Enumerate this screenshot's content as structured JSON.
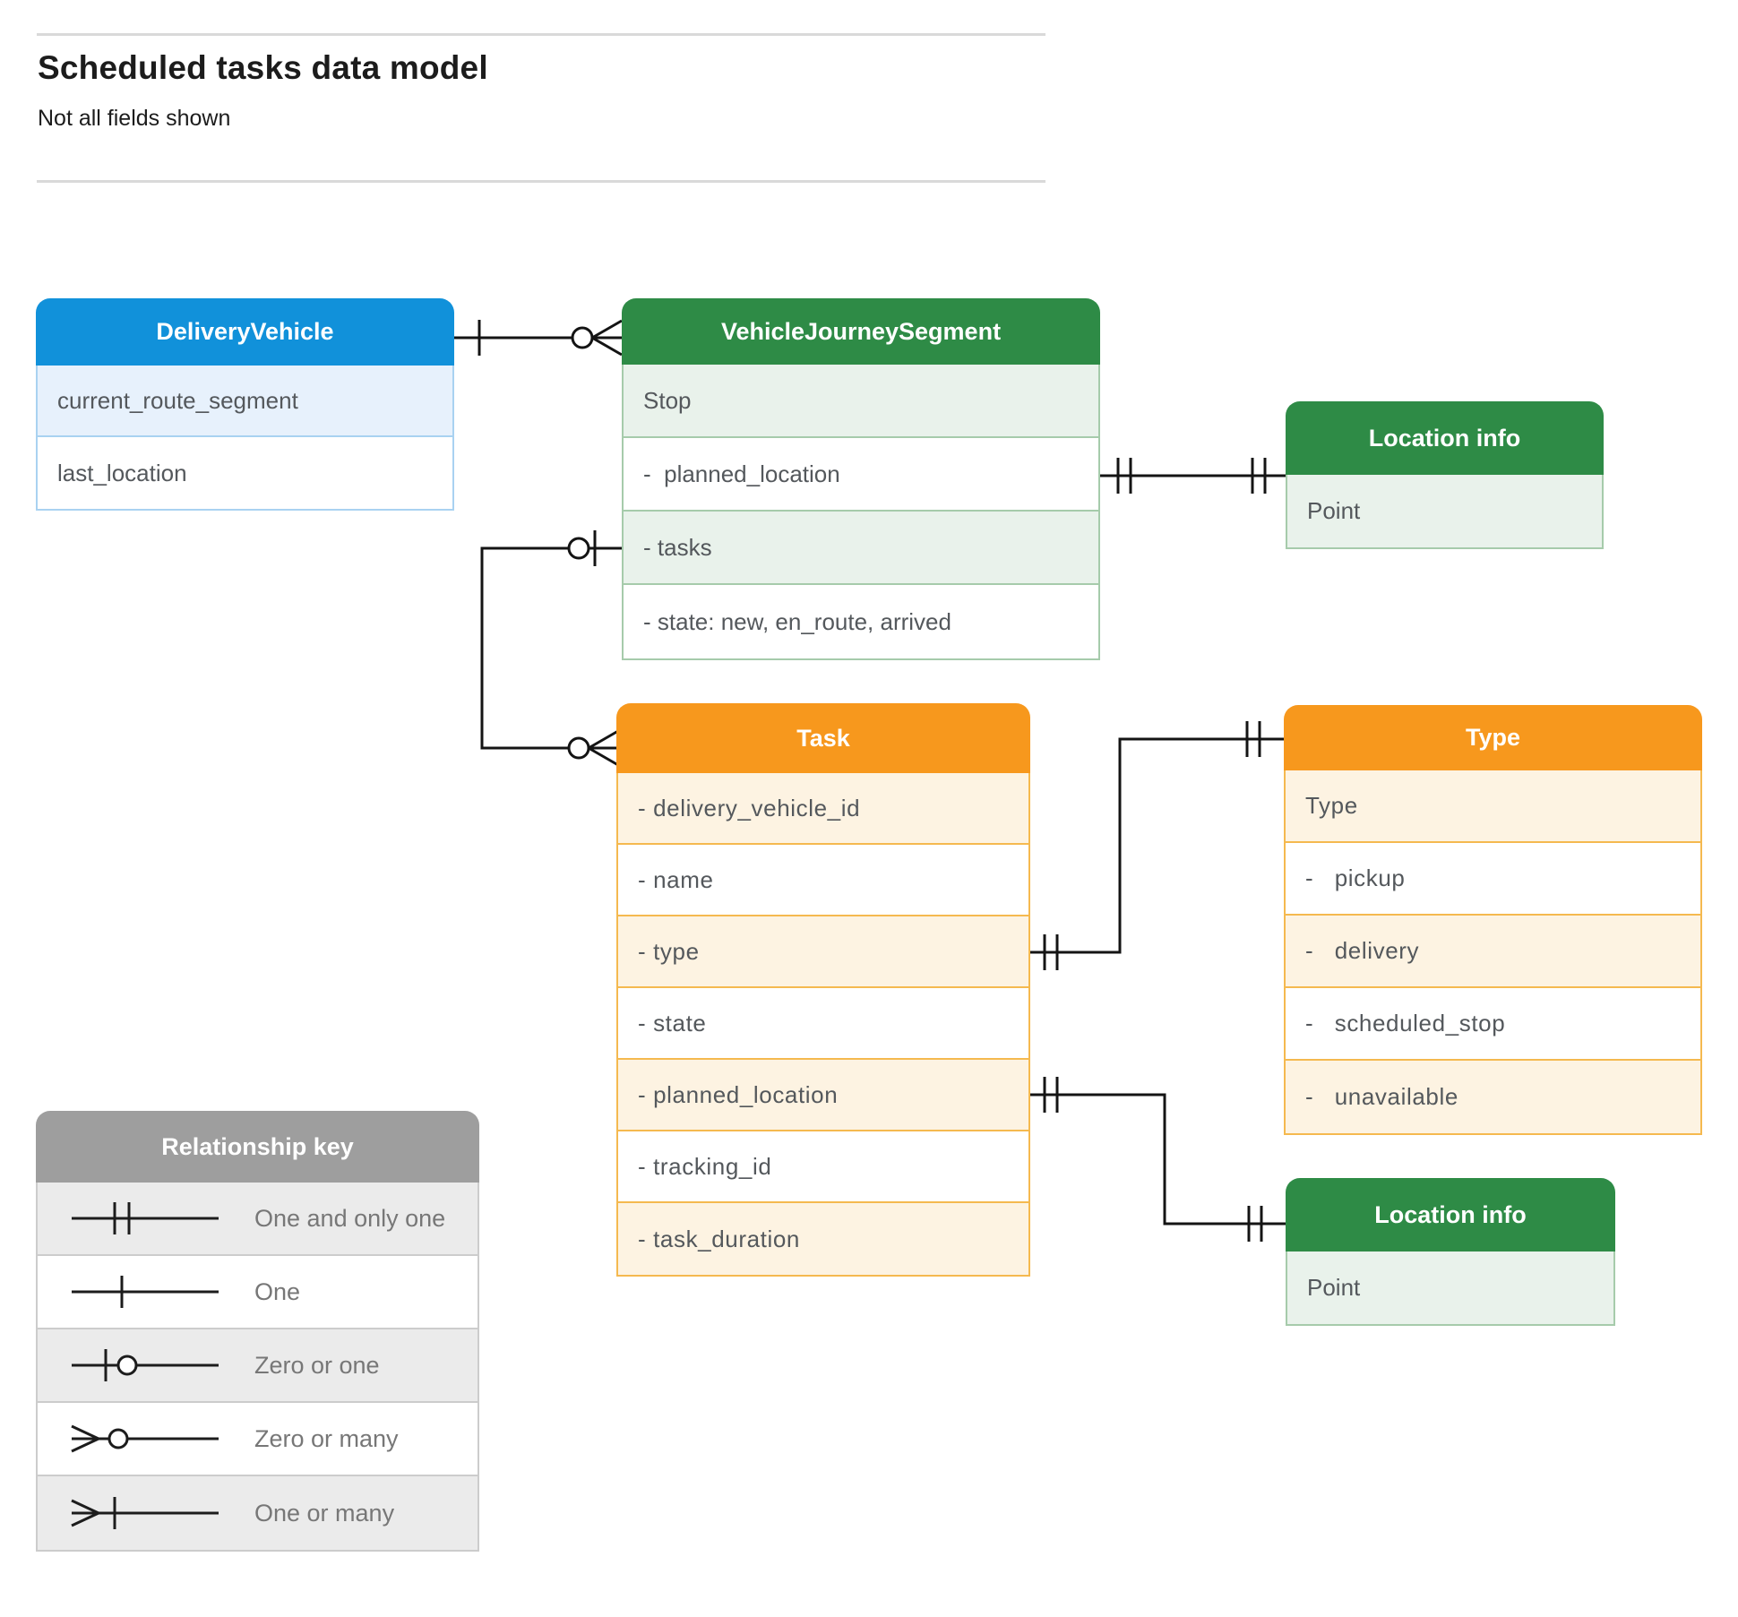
{
  "page": {
    "title": "Scheduled tasks data model",
    "subtitle": "Not all fields shown"
  },
  "entities": {
    "delivery_vehicle": {
      "title": "DeliveryVehicle",
      "fields": [
        "current_route_segment",
        "last_location"
      ]
    },
    "vehicle_journey_segment": {
      "title": "VehicleJourneySegment",
      "fields": [
        "Stop",
        "-  planned_location",
        "- tasks",
        "- state: new, en_route, arrived"
      ]
    },
    "location_info_top": {
      "title": "Location info",
      "fields": [
        "Point"
      ]
    },
    "task": {
      "title": "Task",
      "fields": [
        "- delivery_vehicle_id",
        "- name",
        "- type",
        "- state",
        "- planned_location",
        "- tracking_id",
        "- task_duration"
      ]
    },
    "type": {
      "title": "Type",
      "fields": [
        "Type",
        "-   pickup",
        "-   delivery",
        "-   scheduled_stop",
        "-   unavailable"
      ]
    },
    "location_info_bottom": {
      "title": "Location info",
      "fields": [
        "Point"
      ]
    }
  },
  "legend": {
    "title": "Relationship key",
    "items": [
      "One and only one",
      "One",
      "Zero or one",
      "Zero or many",
      "One or many"
    ]
  },
  "relationships": [
    {
      "from": "DeliveryVehicle",
      "to": "VehicleJourneySegment",
      "from_cardinality": "one",
      "to_cardinality": "zero or many"
    },
    {
      "from": "VehicleJourneySegment.planned_location",
      "to": "Location info (top)",
      "from_cardinality": "one and only one",
      "to_cardinality": "one and only one"
    },
    {
      "from": "VehicleJourneySegment.tasks",
      "to": "Task",
      "from_cardinality": "zero or one",
      "to_cardinality": "zero or many"
    },
    {
      "from": "Task.type",
      "to": "Type",
      "from_cardinality": "one and only one",
      "to_cardinality": "one and only one"
    },
    {
      "from": "Task.planned_location",
      "to": "Location info (bottom)",
      "from_cardinality": "one and only one",
      "to_cardinality": "one and only one"
    }
  ],
  "colors": {
    "blue_header": "#1191da",
    "green_header": "#2e8b46",
    "orange_header": "#f7981d",
    "gray_header": "#9e9e9e",
    "light_blue_row": "#e7f1fc",
    "light_green_row": "#e9f2eb",
    "light_orange_row": "#fdf3e2",
    "light_gray_row": "#ebebeb",
    "connector_line": "#141414"
  }
}
